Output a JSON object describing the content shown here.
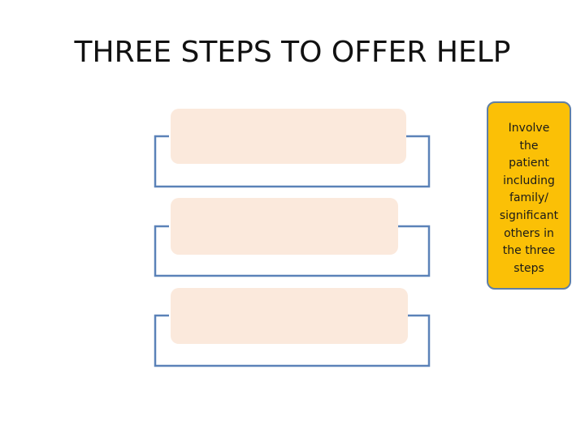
{
  "title": "THREE STEPS TO OFFER HELP",
  "steps": [
    {
      "text": ""
    },
    {
      "text": ""
    },
    {
      "text": ""
    }
  ],
  "note": {
    "lines": [
      "Involve",
      "the",
      "patient",
      "including",
      "family/",
      "significant",
      "others in",
      "the three",
      "steps"
    ]
  },
  "colors": {
    "title": "#111111",
    "step_fill": "#fbe9dc",
    "bracket_line": "#5b82b8",
    "note_fill": "#fbc006",
    "note_border": "#5f7fa6"
  }
}
